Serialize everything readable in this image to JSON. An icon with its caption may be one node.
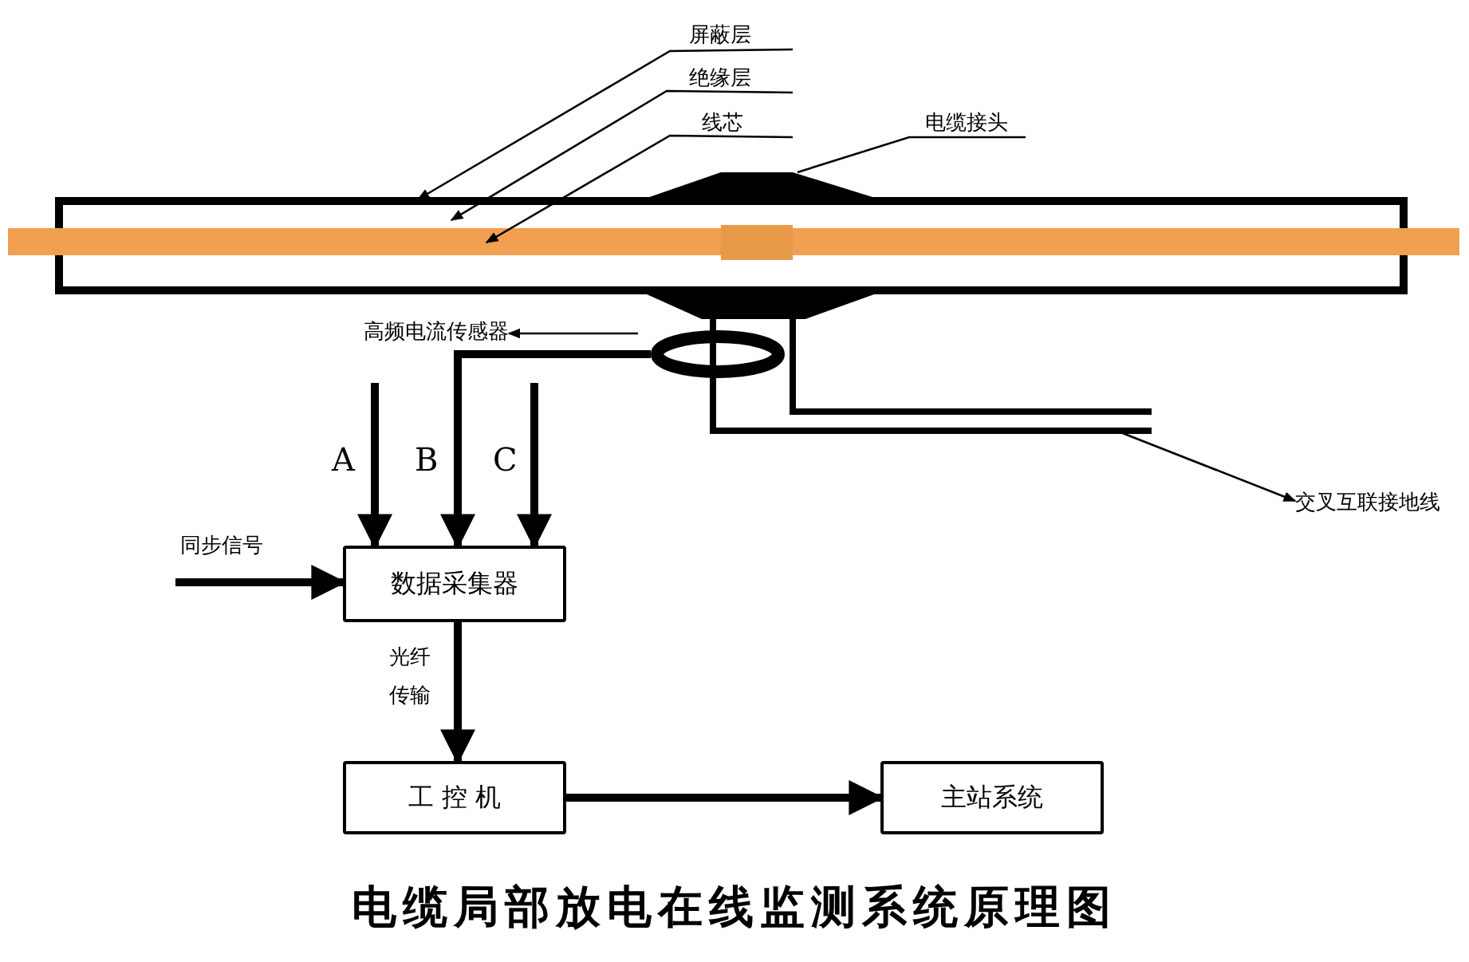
{
  "diagram": {
    "title": "电缆局部放电在线监测系统原理图",
    "nodes": [
      {
        "text": [
          "屏蔽层"
        ]
      },
      {
        "text": [
          "绝缘层"
        ]
      },
      {
        "text": [
          "线芯"
        ]
      },
      {
        "text": [
          "电缆接头"
        ]
      },
      {
        "text": [
          "高频电流传感器"
        ]
      },
      {
        "text": [
          "交叉互联接地线"
        ]
      },
      {
        "text": [
          "数据采集器"
        ]
      },
      {
        "text": [
          "工 控 机"
        ]
      },
      {
        "text": [
          "主站系统"
        ]
      }
    ],
    "edges": [
      {
        "from": 0,
        "to": null,
        "arrow": "to"
      },
      {
        "from": 1,
        "to": null,
        "arrow": "to"
      },
      {
        "from": 2,
        "to": null,
        "arrow": "to"
      },
      {
        "from": 3,
        "to": null,
        "arrow": "none"
      },
      {
        "from": null,
        "to": 4,
        "arrow": "to"
      },
      {
        "from": null,
        "to": 5,
        "arrow": "to"
      },
      {
        "from": null,
        "to": 6,
        "arrow": "to",
        "label": "A",
        "style": "thick"
      },
      {
        "from": null,
        "to": 6,
        "arrow": "to",
        "label": "B",
        "style": "thick"
      },
      {
        "from": null,
        "to": 6,
        "arrow": "to",
        "label": "C",
        "style": "thick"
      },
      {
        "from": null,
        "to": 6,
        "arrow": "to",
        "label": "同步信号",
        "style": "thick"
      },
      {
        "from": 6,
        "to": 7,
        "arrow": "to",
        "label": "光纤传输",
        "style": "thick"
      },
      {
        "from": 7,
        "to": 8,
        "arrow": "to",
        "style": "thick"
      }
    ]
  }
}
